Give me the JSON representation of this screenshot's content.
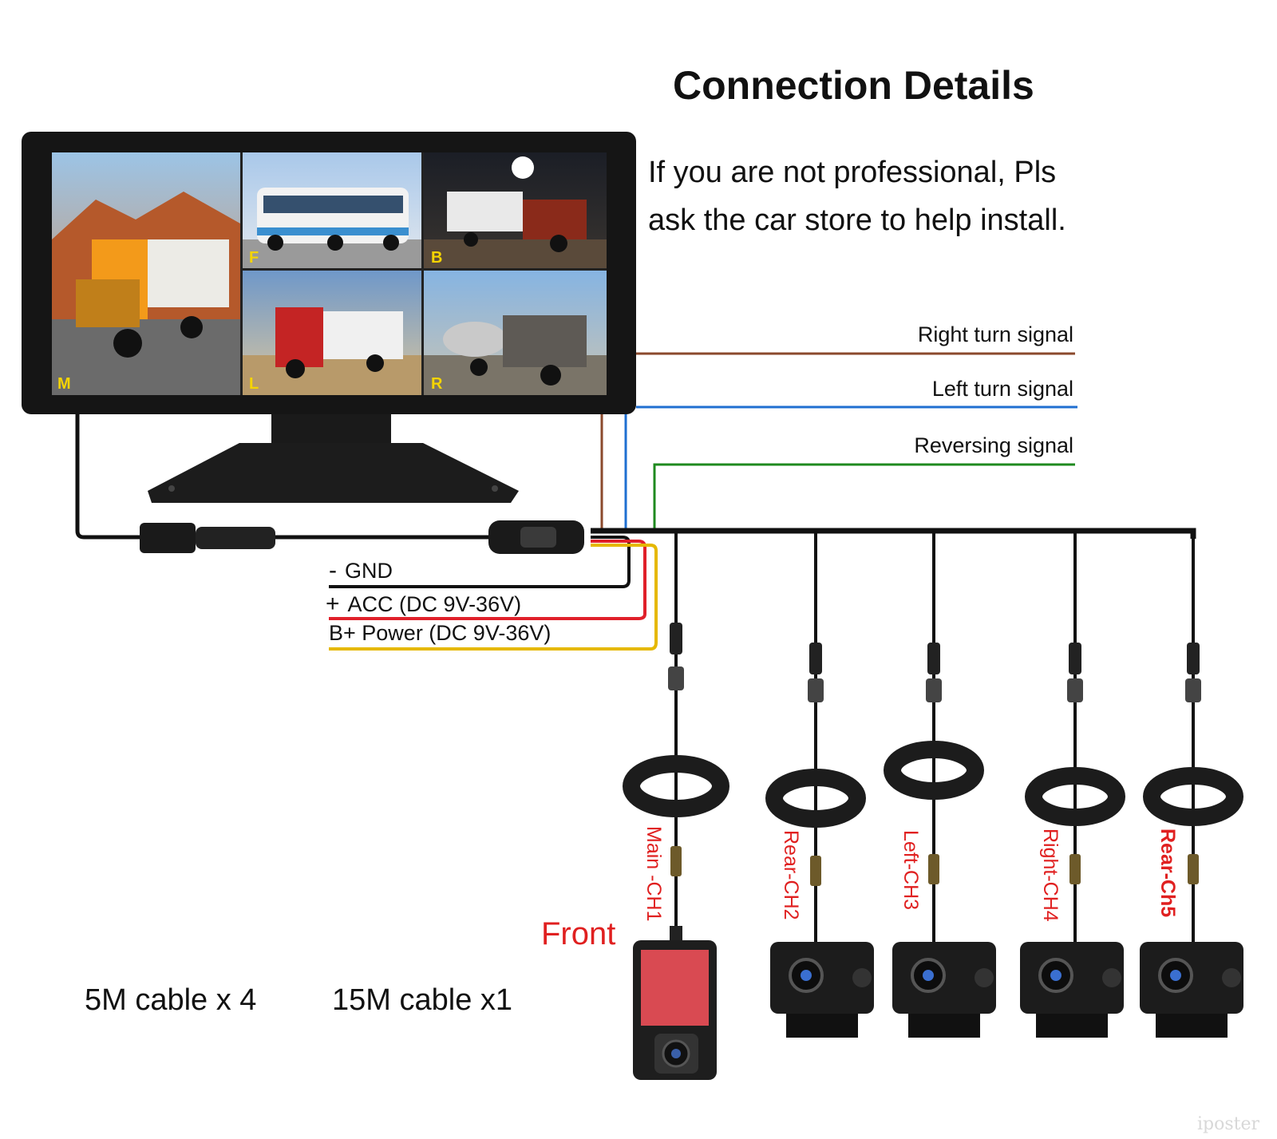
{
  "title": "Connection Details",
  "notice": [
    "If you are not professional, Pls",
    "ask the car store to help install."
  ],
  "signals": [
    {
      "label": "Right turn signal",
      "color": "#8b4a2c"
    },
    {
      "label": "Left turn signal",
      "color": "#1f6fd1"
    },
    {
      "label": "Reversing signal",
      "color": "#1f8a1f"
    }
  ],
  "power": [
    {
      "symbol": "-",
      "label": "GND",
      "color": "#111111"
    },
    {
      "symbol": "+",
      "label": "ACC (DC 9V-36V)",
      "color": "#e0202a"
    },
    {
      "symbol": "",
      "label": "B+ Power (DC 9V-36V)",
      "color": "#e5b800"
    }
  ],
  "quadrants": [
    "M",
    "F",
    "B",
    "L",
    "R"
  ],
  "cables": {
    "short": "5M cable x 4",
    "long": "15M cable x1"
  },
  "front_label": "Front",
  "channels": [
    "Main -CH1",
    "Rear-CH2",
    "Left-CH3",
    "Right-CH4",
    "Rear-Ch5"
  ],
  "watermark": "iposter"
}
